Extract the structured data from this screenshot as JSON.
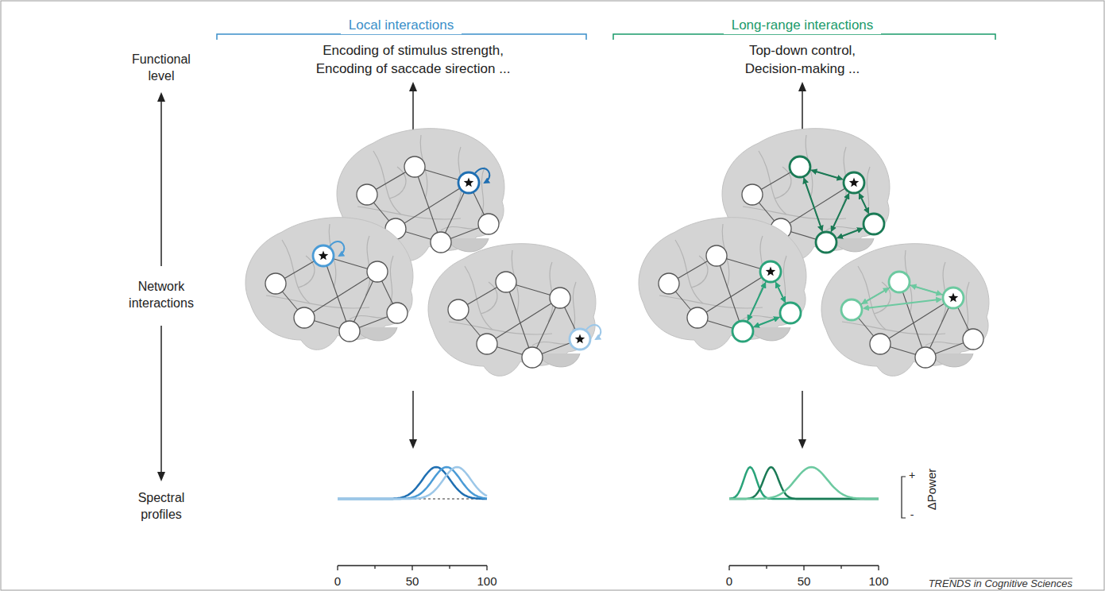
{
  "diagram": {
    "labels": [
      "Local interactions",
      "Long-range interactions",
      "Functional level",
      "Network interactions",
      "Spectral profiles",
      "Encoding of stimulus strength, Encoding of saccade sirection ...",
      "Top-down control, Decision-making ...",
      "0",
      "50",
      "100",
      "0",
      "50",
      "100",
      "+",
      "-",
      "ΔPower",
      "TRENDS in Cognitive Sciences"
    ]
  }
}
